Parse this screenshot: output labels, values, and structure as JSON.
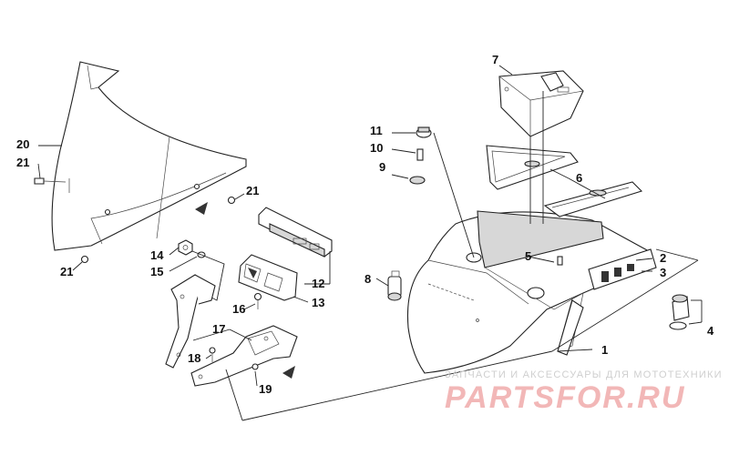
{
  "callouts": {
    "c1": "1",
    "c2": "2",
    "c3": "3",
    "c4": "4",
    "c5": "5",
    "c6": "6",
    "c7": "7",
    "c8": "8",
    "c9": "9",
    "c10": "10",
    "c11": "11",
    "c12": "12",
    "c13": "13",
    "c14": "14",
    "c15": "15",
    "c16": "16",
    "c17": "17",
    "c18": "18",
    "c19": "19",
    "c20": "20",
    "c21a": "21",
    "c21b": "21",
    "c21c": "21"
  },
  "watermark": {
    "tagline": "ЗАПЧАСТИ И АКСЕССУАРЫ ДЛЯ МОТОТЕХНИКИ",
    "logo": "PARTSFOR.RU"
  },
  "colors": {
    "line": "#222222",
    "watermark_logo": "#f2b7b7",
    "watermark_text": "#cfcfcf"
  }
}
